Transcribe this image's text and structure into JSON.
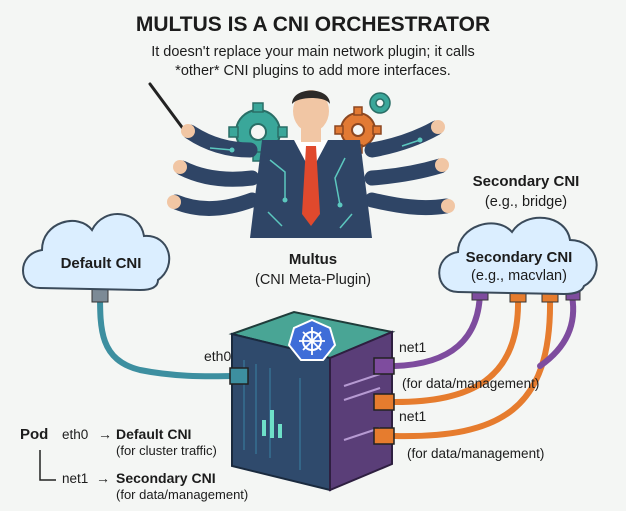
{
  "title": "MULTUS IS A CNI ORCHESTRATOR",
  "subtitle": {
    "line1": "It doesn't replace your main network plugin; it calls",
    "line2": "*other* CNI plugins to add more interfaces."
  },
  "multus": {
    "name": "Multus",
    "role": "(CNI Meta-Plugin)"
  },
  "default_cni": {
    "label": "Default CNI"
  },
  "secondary_bridge": {
    "label": "Secondary CNI",
    "example": "(e.g., bridge)"
  },
  "secondary_macvlan": {
    "label": "Secondary CNI",
    "example": "(e.g., macvlan)"
  },
  "interfaces": {
    "eth0": "eth0",
    "net1_top": "net1",
    "net1_top_purpose": "(for data/management)",
    "net1_mid": "net1",
    "net1_mid_purpose": "(for data/management)"
  },
  "legend": {
    "pod": "Pod",
    "row1": {
      "iface": "eth0",
      "arrow": "→",
      "target": "Default CNI",
      "note": "(for cluster traffic)"
    },
    "row2": {
      "iface": "net1",
      "arrow": "→",
      "target": "Secondary CNI",
      "note": "(for data/management)"
    }
  },
  "colors": {
    "cloud_fill": "#dbeeff",
    "cloud_stroke": "#3a4a5a",
    "cable_teal": "#3d8fa0",
    "cable_purple": "#7e4c9e",
    "cable_orange": "#e67c2e",
    "cube_top": "#49a595",
    "cube_front": "#2f4a6c",
    "cube_side": "#5a3e78",
    "suit": "#2f4566",
    "tie": "#e0492d",
    "gear_teal": "#3aa79a",
    "gear_orange": "#e27a34"
  }
}
